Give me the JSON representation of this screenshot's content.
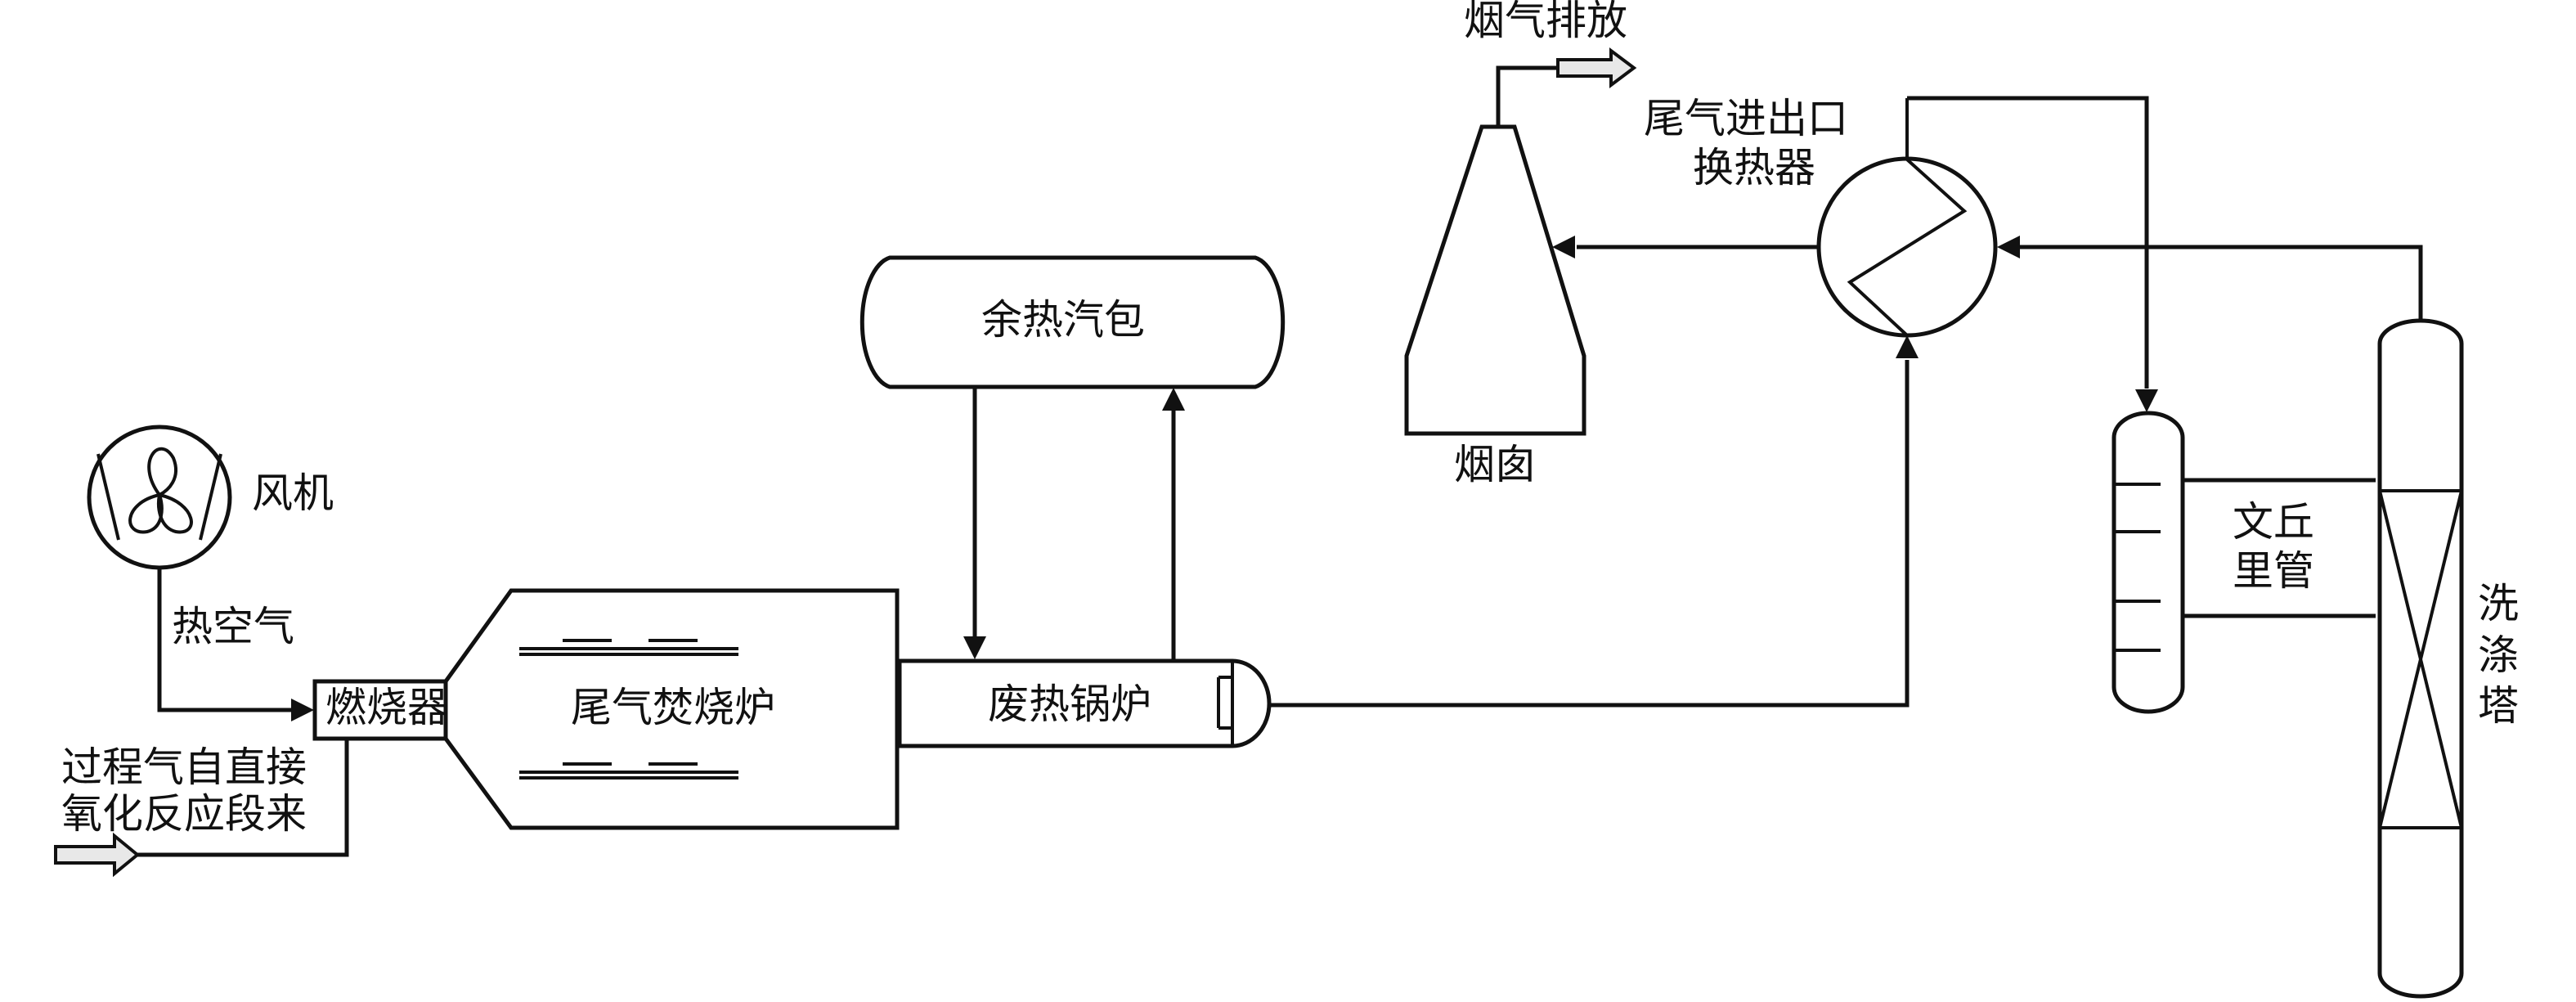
{
  "labels": {
    "fan": "风机",
    "hot_air": "热空气",
    "burner": "燃烧器",
    "incinerator": "尾气焚烧炉",
    "process_gas_line1": "过程气自直接",
    "process_gas_line2": "氧化反应段来",
    "steam_drum": "余热汽包",
    "waste_heat_boiler": "废热锅炉",
    "stack": "烟囱",
    "flue_gas_discharge": "烟气排放",
    "heat_exchanger_line1": "尾气进出口",
    "heat_exchanger_line2": "换热器",
    "venturi_line1": "文丘",
    "venturi_line2": "里管",
    "scrubber_char1": "洗",
    "scrubber_char2": "涤",
    "scrubber_char3": "塔"
  },
  "colors": {
    "line": "#111111",
    "background": "#ffffff",
    "hollow_arrow_fill": "#e8e8e8"
  }
}
